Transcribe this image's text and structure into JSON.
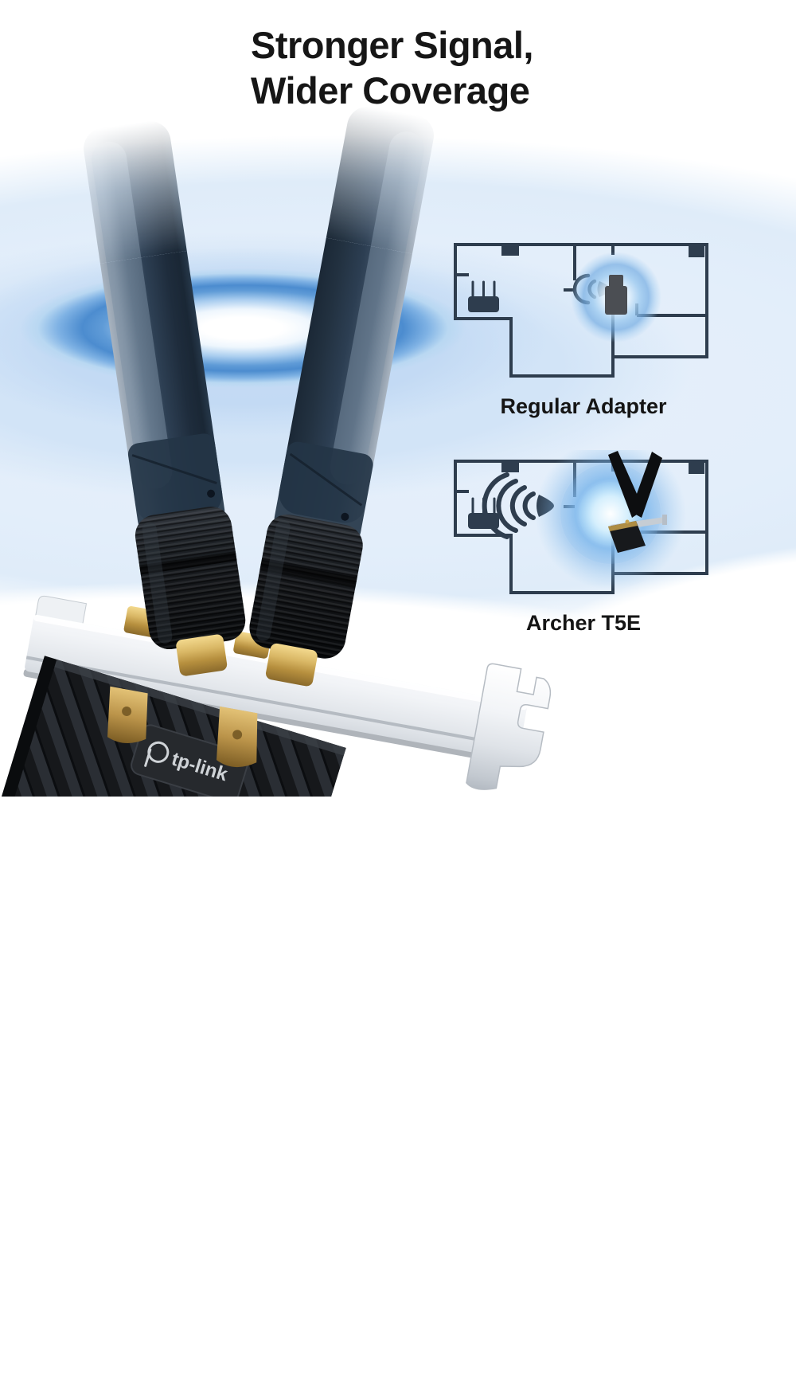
{
  "title": {
    "line1": "Stronger Signal,",
    "line2": "Wider Coverage"
  },
  "comparison": {
    "regular": {
      "label": "Regular Adapter"
    },
    "archer": {
      "label": "Archer T5E"
    }
  },
  "product": {
    "brand": "tp-link"
  },
  "icons": {
    "router": "wifi-router-icon",
    "weak_signal": "weak-wifi-signal-icon",
    "strong_signal": "strong-wifi-signal-icon",
    "usb_adapter": "usb-adapter-icon",
    "pcie_adapter": "pcie-adapter-icon"
  },
  "colors": {
    "wall": "#2e3d4e",
    "ripple_blue": "#4c8ccf",
    "glow_blue": "#6fb0e8",
    "band_light": "#d2e4f7",
    "gold": "#c9a24b",
    "metal": "#d8dde2",
    "antenna_navy": "#2d3f53",
    "text": "#161616"
  }
}
